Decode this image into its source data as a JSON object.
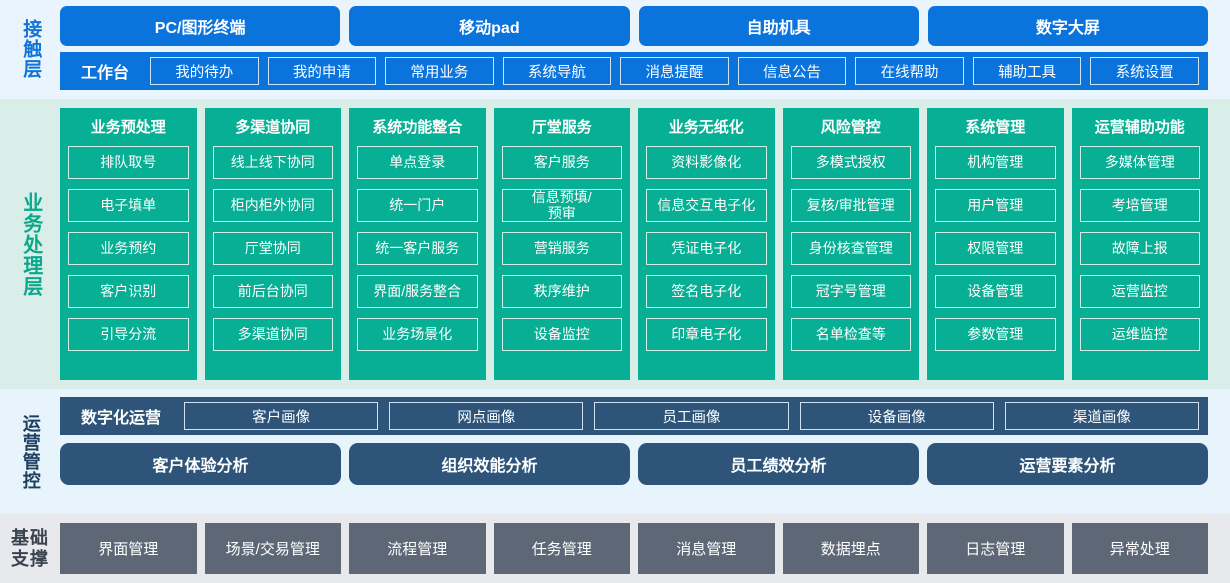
{
  "colors": {
    "contact_bg": "#eaf4fc",
    "contact_blue": "#0a73dc",
    "business_bg": "#d9eee8",
    "business_green": "#07b094",
    "ops_bg": "#e7f4fb",
    "ops_navy": "#2e5579",
    "base_bg": "#e8e9ec",
    "base_gray": "#5d6776"
  },
  "contact_layer": {
    "label": "接触层",
    "terminals": [
      "PC/图形终端",
      "移动pad",
      "自助机具",
      "数字大屏"
    ],
    "workbench_title": "工作台",
    "workbench_items": [
      "我的待办",
      "我的申请",
      "常用业务",
      "系统导航",
      "消息提醒",
      "信息公告",
      "在线帮助",
      "辅助工具",
      "系统设置"
    ]
  },
  "business_layer": {
    "label": "业务处理层",
    "columns": [
      {
        "title": "业务预处理",
        "items": [
          "排队取号",
          "电子填单",
          "业务预约",
          "客户识别",
          "引导分流"
        ]
      },
      {
        "title": "多渠道协同",
        "items": [
          "线上线下协同",
          "柜内柜外协同",
          "厅堂协同",
          "前后台协同",
          "多渠道协同"
        ]
      },
      {
        "title": "系统功能整合",
        "items": [
          "单点登录",
          "统一门户",
          "统一客户服务",
          "界面/服务整合",
          "业务场景化"
        ]
      },
      {
        "title": "厅堂服务",
        "items": [
          "客户服务",
          "信息预填/\n预审",
          "营销服务",
          "秩序维护",
          "设备监控"
        ]
      },
      {
        "title": "业务无纸化",
        "items": [
          "资料影像化",
          "信息交互电子化",
          "凭证电子化",
          "签名电子化",
          "印章电子化"
        ]
      },
      {
        "title": "风险管控",
        "items": [
          "多模式授权",
          "复核/审批管理",
          "身份核查管理",
          "冠字号管理",
          "名单检查等"
        ]
      },
      {
        "title": "系统管理",
        "items": [
          "机构管理",
          "用户管理",
          "权限管理",
          "设备管理",
          "参数管理"
        ]
      },
      {
        "title": "运营辅助功能",
        "items": [
          "多媒体管理",
          "考培管理",
          "故障上报",
          "运营监控",
          "运维监控"
        ]
      }
    ]
  },
  "ops_layer": {
    "label": "运营管控",
    "digital_ops_title": "数字化运营",
    "portrait_items": [
      "客户画像",
      "网点画像",
      "员工画像",
      "设备画像",
      "渠道画像"
    ],
    "analysis_items": [
      "客户体验分析",
      "组织效能分析",
      "员工绩效分析",
      "运营要素分析"
    ]
  },
  "base_layer": {
    "label": "基础\n支撑",
    "items": [
      "界面管理",
      "场景/交易管理",
      "流程管理",
      "任务管理",
      "消息管理",
      "数据埋点",
      "日志管理",
      "异常处理"
    ]
  }
}
